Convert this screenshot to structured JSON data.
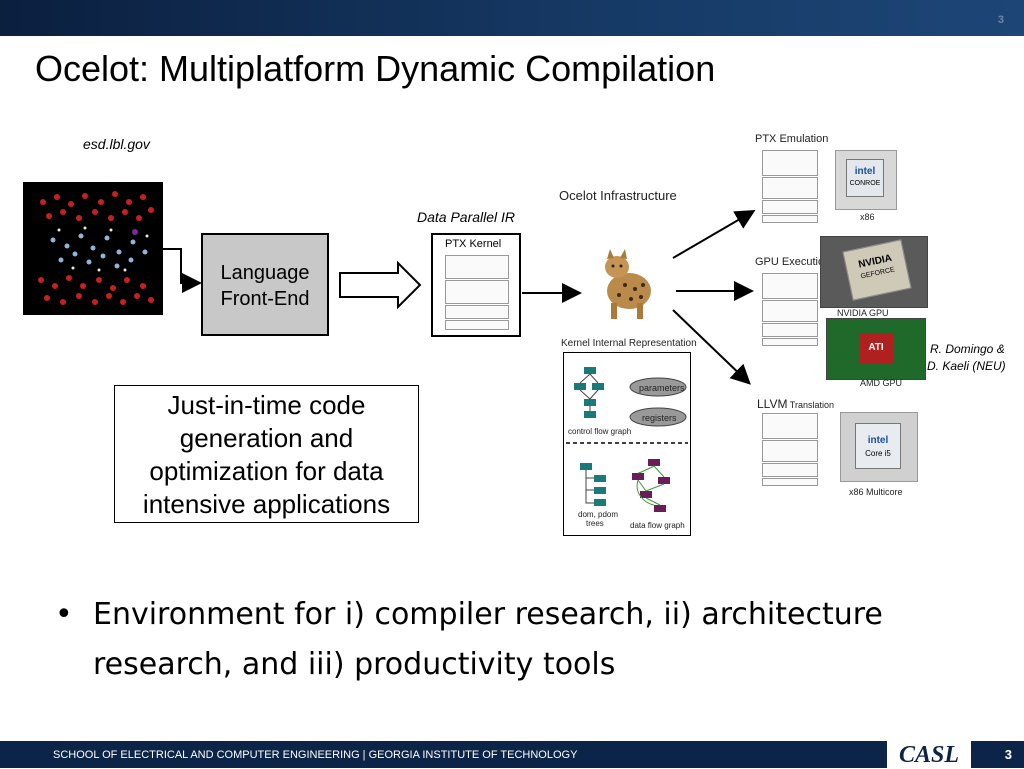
{
  "header": {
    "page_number": "3"
  },
  "title": "Ocelot: Multiplatform Dynamic Compilation",
  "diagram": {
    "source_credit": "esd.lbl.gov",
    "front_end_line1": "Language",
    "front_end_line2": "Front-End",
    "ir_label": "Data Parallel IR",
    "ptx_kernel_title": "PTX Kernel",
    "infrastructure_label": "Ocelot Infrastructure",
    "kir_title": "Kernel  Internal Representation",
    "kir_parameters": "parameters",
    "kir_registers": "registers",
    "kir_cfg": "control flow graph",
    "kir_dom_line1": "dom, pdom",
    "kir_dom_line2": "trees",
    "kir_dfg": "data flow graph",
    "ptx_emulation": "PTX Emulation",
    "gpu_execution": "GPU Execution",
    "llvm_translation_bold": "LLVM",
    "llvm_translation_rest": " Translation",
    "chip_x86": "x86",
    "chip_nvidia": "NVIDIA GPU",
    "chip_amd": "AMD GPU",
    "chip_multicore": "x86 Multicore",
    "chip_intel_text": "intel",
    "chip_conroe_text": "CONROE",
    "chip_nvidia_text": "NVIDIA",
    "chip_geforce_text": "GEFORCE",
    "chip_ati_text": "ATI",
    "chip_corei5_text": "Core i5",
    "credit_line1": "R. Domingo &",
    "credit_line2": "D. Kaeli (NEU)"
  },
  "jit": {
    "line1": "Just-in-time code",
    "line2": "generation and",
    "line3": "optimization for data",
    "line4": "intensive applications"
  },
  "bullet": {
    "marker": "•",
    "text": "Environment for  i) compiler research, ii) architecture research, and iii) productivity tools"
  },
  "footer": {
    "text": "SCHOOL OF ELECTRICAL AND COMPUTER ENGINEERING | GEORGIA INSTITUTE OF TECHNOLOGY",
    "logo": "CASL",
    "page_number": "3"
  },
  "colors": {
    "header_bar": "#0b1f3f",
    "footer_bar": "#0c2447",
    "front_end_fill": "#c8c8c8",
    "cfg_node": "#1a7a7a",
    "dfg_node": "#6b1a5a"
  }
}
